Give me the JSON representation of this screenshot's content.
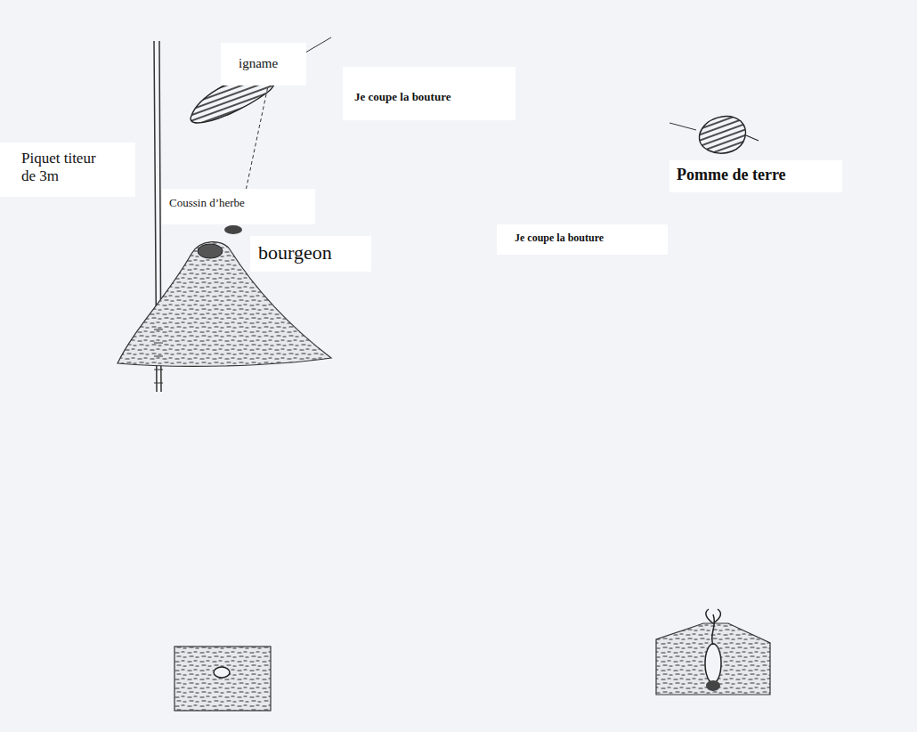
{
  "diagram": {
    "labels": [
      "igname",
      "Je coupe la bouture",
      "Piquet titeur de 3m",
      "Coussin d’herbe",
      "bourgeon",
      "Pomme de terre",
      "Je coupe la bouture"
    ]
  }
}
